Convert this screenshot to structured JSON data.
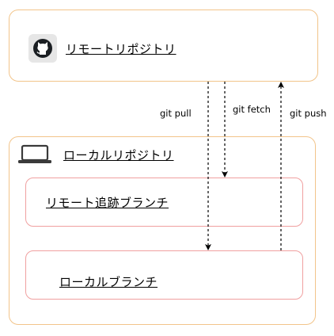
{
  "remote": {
    "label": "リモートリポジトリ",
    "icon": "github-icon"
  },
  "local": {
    "label": "ローカルリポジトリ",
    "icon": "laptop-icon"
  },
  "tracking_branch": {
    "label": "リモート追跡ブランチ"
  },
  "local_branch": {
    "label": "ローカルブランチ"
  },
  "edges": {
    "pull": "git pull",
    "fetch": "git fetch",
    "push": "git push"
  },
  "colors": {
    "outer_border": "#f2c48a",
    "inner_border": "#f0a0a0",
    "arrow": "#000000",
    "icon_bg": "#e6e6e6"
  }
}
